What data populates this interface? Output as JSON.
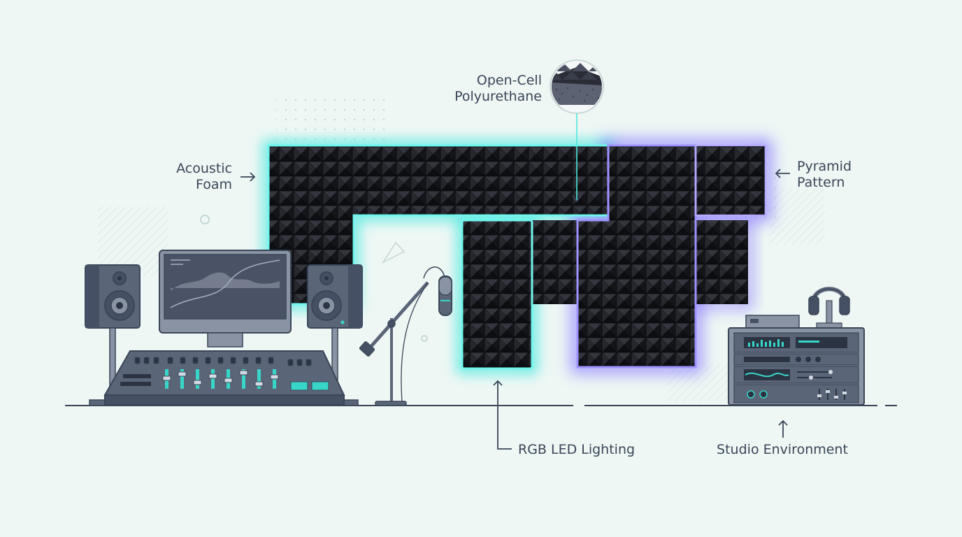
{
  "labels": {
    "acoustic_foam": {
      "line1": "Acoustic",
      "line2": "Foam"
    },
    "open_cell": {
      "line1": "Open-Cell",
      "line2": "Polyurethane"
    },
    "pyramid_pattern": {
      "line1": "Pyramid",
      "line2": "Pattern"
    },
    "rgb_led": "RGB LED Lighting",
    "studio_env": "Studio Environment"
  },
  "colors": {
    "background": "#eef7f4",
    "foam": "#1c1d22",
    "glow_cyan": "#4fe8e0",
    "glow_purple": "#8a7cff",
    "outline": "#3a4658",
    "equipment": "#5b6578",
    "equipment_dark": "#465064",
    "accent": "#38d6c8"
  },
  "icons": [
    "studio-monitor-left-icon",
    "computer-monitor-icon",
    "studio-monitor-right-icon",
    "mixing-console-icon",
    "microphone-stand-icon",
    "headphones-icon",
    "rack-equipment-icon",
    "foam-sample-icon"
  ]
}
